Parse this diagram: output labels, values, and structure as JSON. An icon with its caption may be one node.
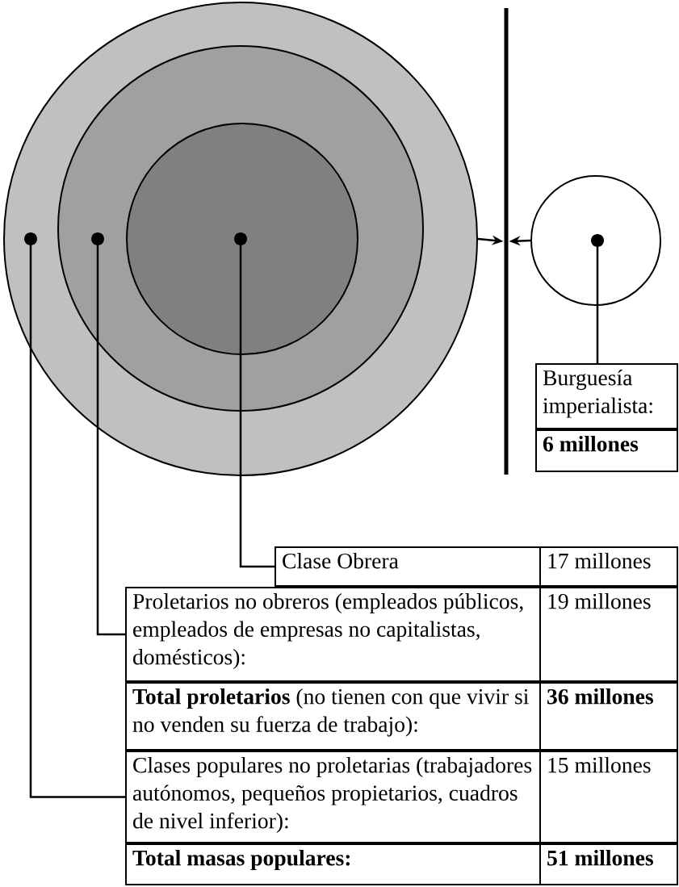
{
  "diagram": {
    "nodes": [
      {
        "text": [],
        "shape": "circle"
      },
      {
        "text": [],
        "shape": "circle",
        "in": 0
      },
      {
        "text": [],
        "shape": "circle",
        "in": 1
      },
      {
        "text": [],
        "shape": "bar"
      },
      {
        "text": [],
        "shape": "circle"
      },
      {
        "text": [
          "Burguesía imperialista:"
        ]
      },
      {
        "text": [
          "6 millones"
        ]
      },
      {
        "text": [
          "Clase Obrera"
        ]
      },
      {
        "text": [
          "17 millones"
        ]
      },
      {
        "text": [
          "Proletarios no obreros (empleados públicos, empleados de empresas no capitalistas, domésticos):"
        ]
      },
      {
        "text": [
          "19 millones"
        ]
      },
      {
        "text": [
          "**Total proletarios** (no tienen con que vivir si no venden su fuerza de trabajo):"
        ]
      },
      {
        "text": [
          "36 millones"
        ]
      },
      {
        "text": [
          "Clases populares no proletarias (trabajadores autónomos, pequeños propietarios, cuadros de nivel inferior):"
        ]
      },
      {
        "text": [
          "15 millones"
        ]
      },
      {
        "text": [
          "Total masas populares:"
        ]
      },
      {
        "text": [
          "51 millones"
        ]
      }
    ],
    "edges": [
      {
        "from": 7,
        "to": 2,
        "arrow": "other"
      },
      {
        "from": 9,
        "to": 1,
        "arrow": "other"
      },
      {
        "from": 13,
        "to": 0,
        "arrow": "other"
      },
      {
        "from": 5,
        "to": 4,
        "arrow": "other"
      },
      {
        "from": 0,
        "to": 3,
        "arrow": "to"
      },
      {
        "from": 4,
        "to": 3,
        "arrow": "to"
      }
    ]
  }
}
